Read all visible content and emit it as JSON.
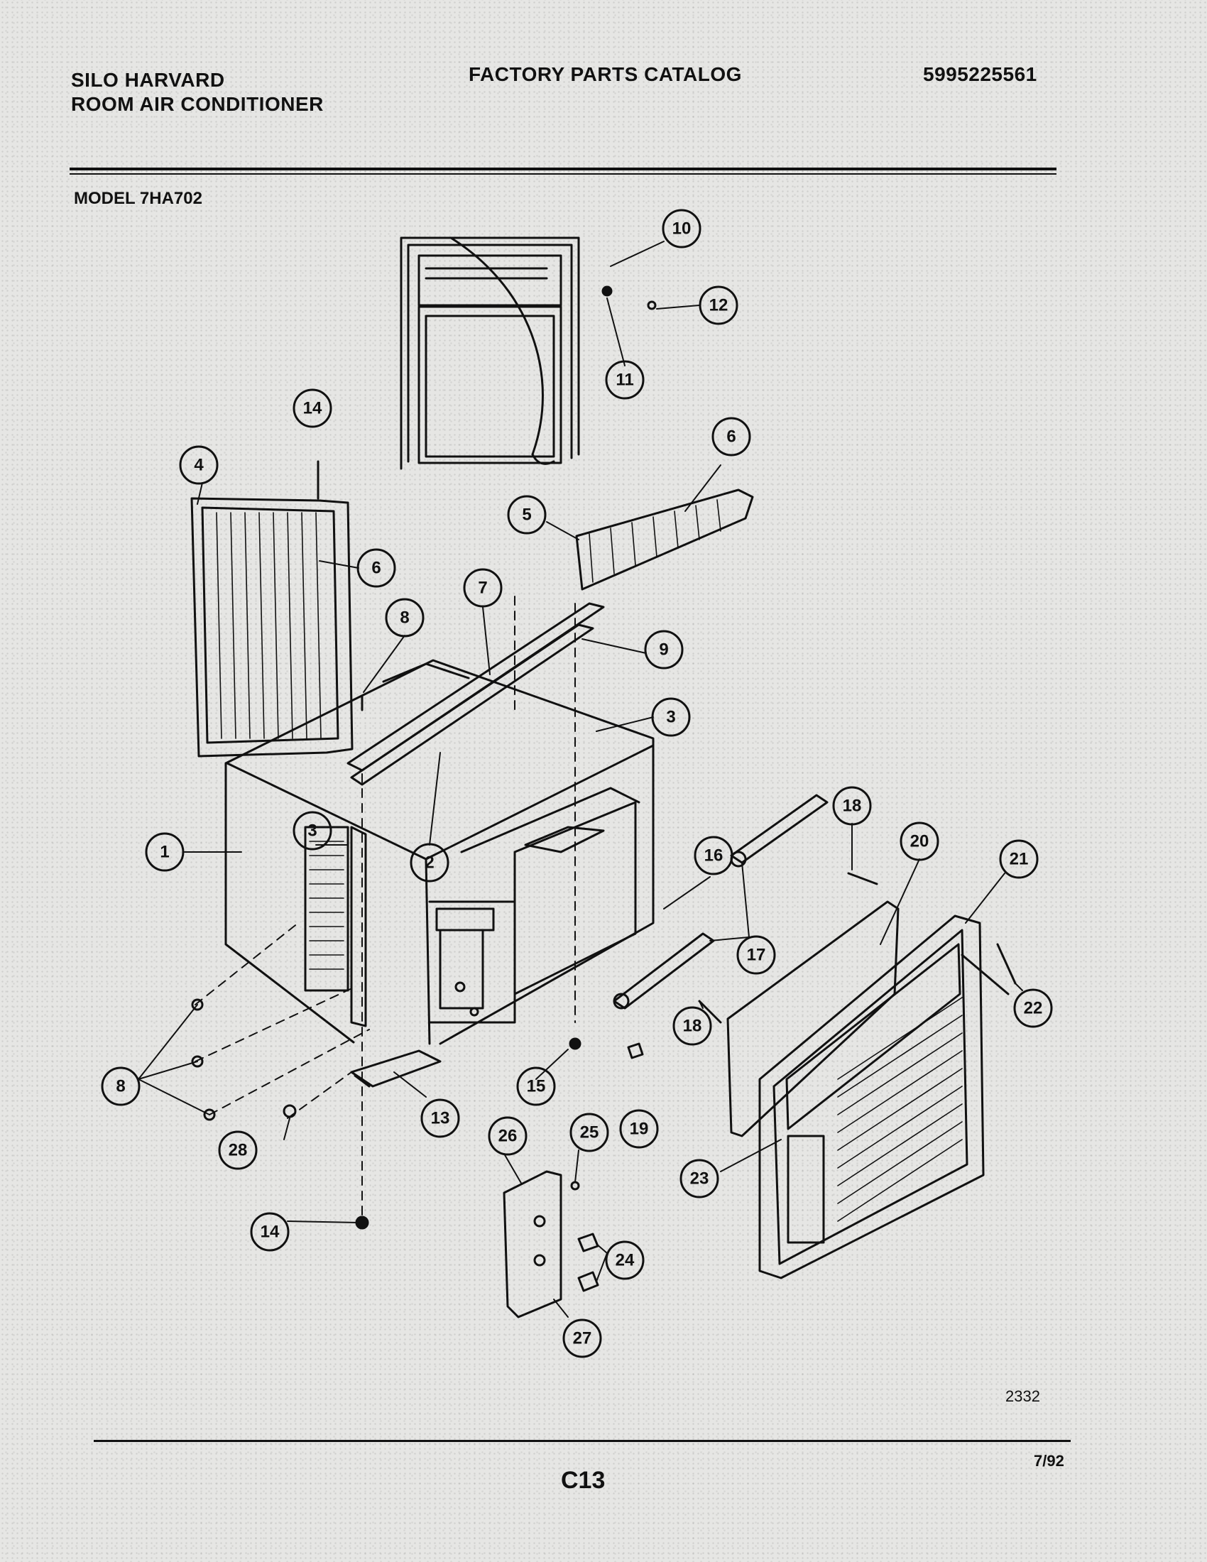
{
  "header": {
    "brand_line1": "SILO HARVARD",
    "brand_line2": "ROOM AIR CONDITIONER",
    "catalog_title": "FACTORY PARTS CATALOG",
    "catalog_number": "5995225561"
  },
  "model": "MODEL 7HA702",
  "footer": {
    "diagram_code": "2332",
    "date": "7/92",
    "page_code": "C13"
  },
  "callouts": {
    "c1": "1",
    "c2": "2",
    "c3a": "3",
    "c3b": "3",
    "c4": "4",
    "c5": "5",
    "c6a": "6",
    "c6b": "6",
    "c7": "7",
    "c8a": "8",
    "c8b": "8",
    "c9": "9",
    "c10": "10",
    "c11": "11",
    "c12": "12",
    "c13": "13",
    "c14a": "14",
    "c14b": "14",
    "c15": "15",
    "c16": "16",
    "c17": "17",
    "c18a": "18",
    "c18b": "18",
    "c19": "19",
    "c20": "20",
    "c21": "21",
    "c22": "22",
    "c23": "23",
    "c24": "24",
    "c25": "25",
    "c26": "26",
    "c27": "27",
    "c28": "28"
  }
}
